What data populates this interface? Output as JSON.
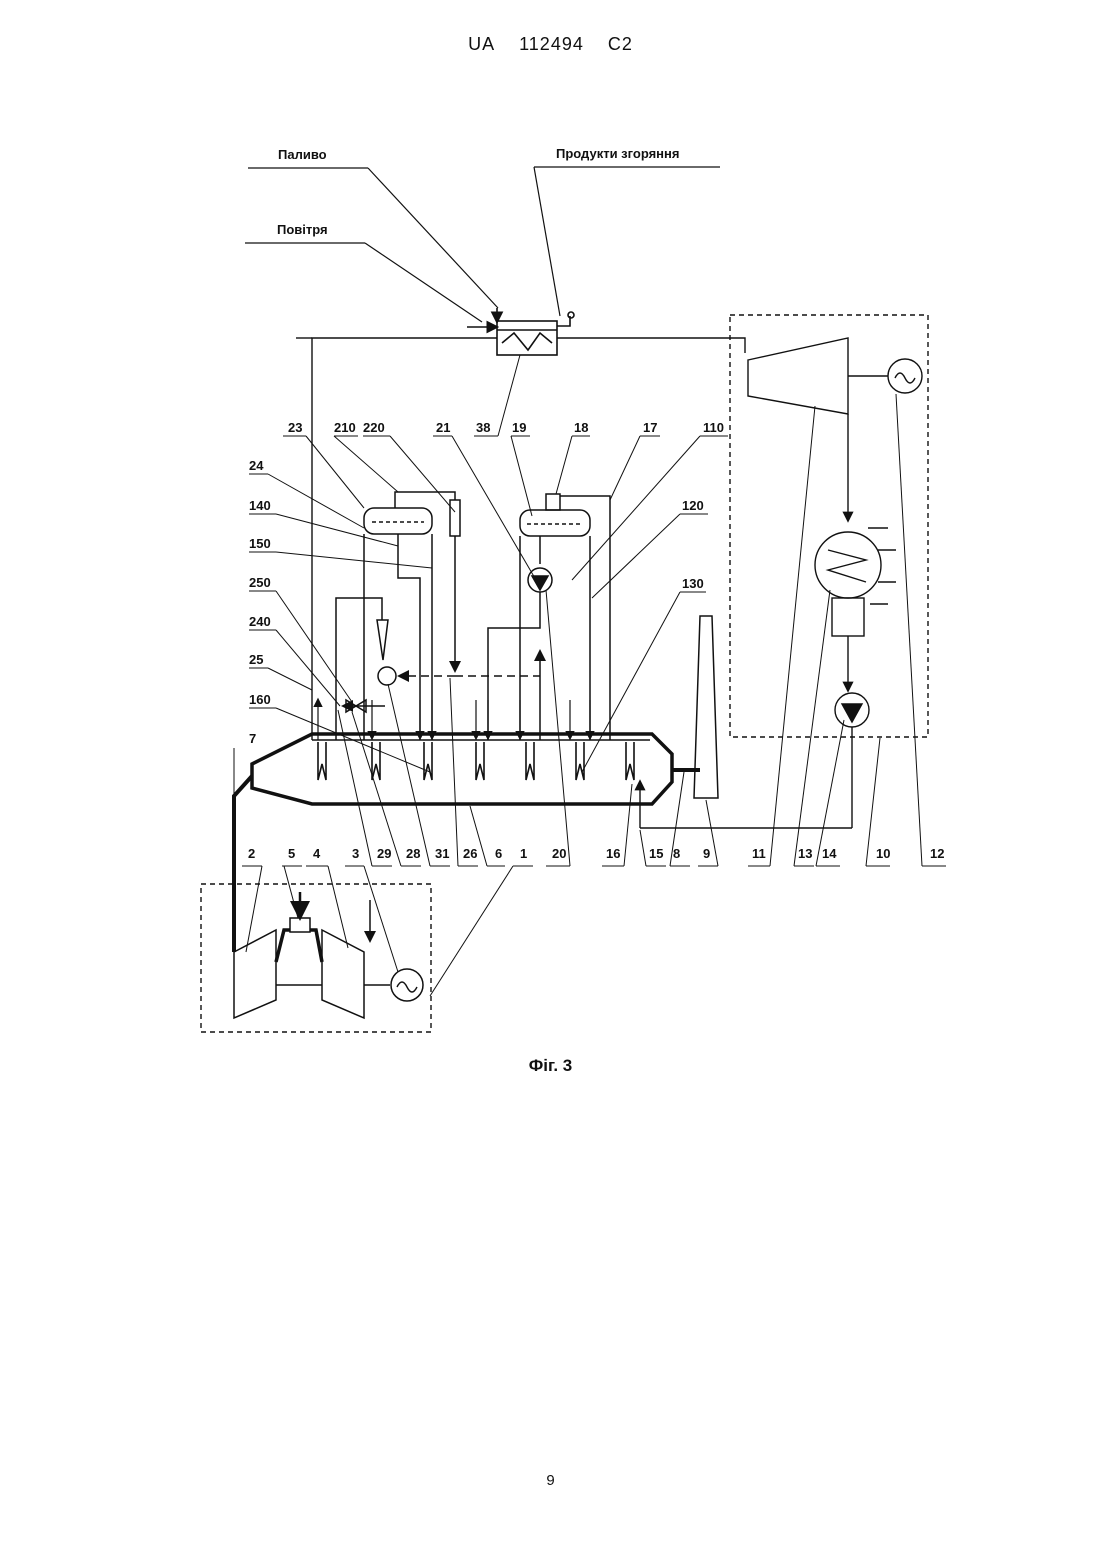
{
  "header": {
    "country": "UA",
    "number": "112494",
    "kind": "C2"
  },
  "labels": {
    "fuel": "Паливо",
    "combustion_products": "Продукти згоряння",
    "air": "Повітря"
  },
  "numbers": {
    "n23": "23",
    "n210": "210",
    "n220": "220",
    "n21": "21",
    "n38": "38",
    "n19": "19",
    "n18": "18",
    "n17": "17",
    "n110": "110",
    "n120": "120",
    "n24": "24",
    "n140": "140",
    "n150": "150",
    "n250": "250",
    "n240": "240",
    "n25": "25",
    "n160": "160",
    "n130": "130",
    "n7": "7",
    "b2": "2",
    "b5": "5",
    "b4": "4",
    "b3": "3",
    "b29": "29",
    "b28": "28",
    "b31": "31",
    "b26": "26",
    "b6": "6",
    "b1": "1",
    "b20": "20",
    "b16": "16",
    "b15": "15",
    "b8": "8",
    "b9": "9",
    "b11": "11",
    "b13": "13",
    "b14": "14",
    "b10": "10",
    "b12": "12"
  },
  "caption": "Фіг. 3",
  "page_number": "9"
}
